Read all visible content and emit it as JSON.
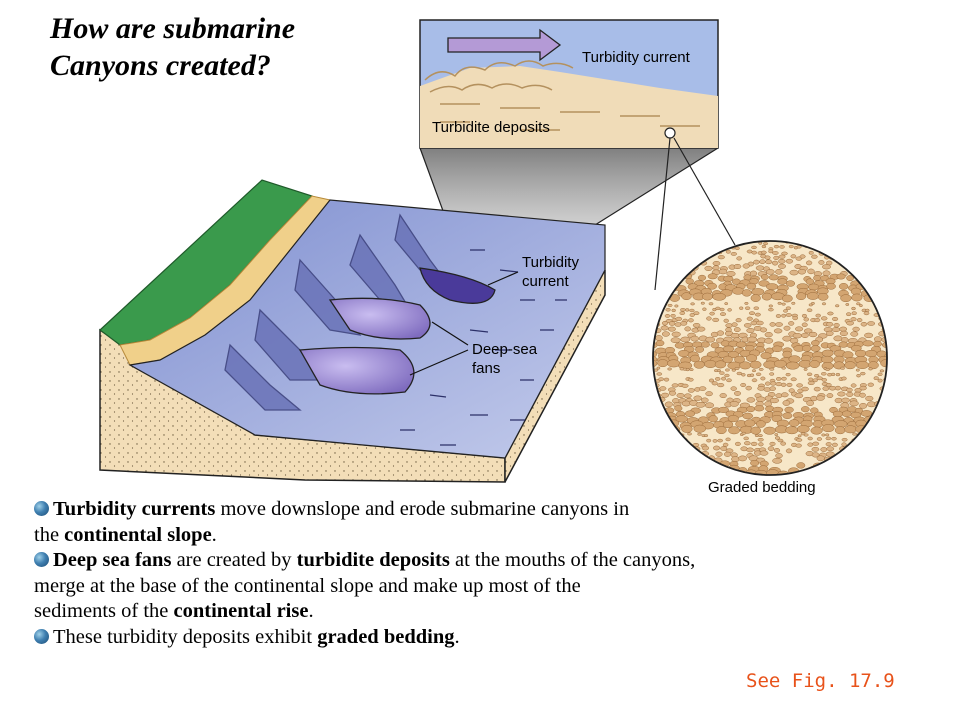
{
  "title": {
    "line1": "How are submarine",
    "line2": "Canyons created?"
  },
  "figure": {
    "labels": {
      "inset_current": "Turbidity current",
      "inset_deposits": "Turbidite deposits",
      "current_l1": "Turbidity",
      "current_l2": "current",
      "fans_l1": "Deep-sea",
      "fans_l2": "fans",
      "graded": "Graded bedding"
    },
    "colors": {
      "sand": "#f3deb8",
      "water": "#a7b4de",
      "land": "#3a9a4c",
      "fan": "#9f8ed4",
      "arrow": "#b49ad6"
    }
  },
  "bullets": [
    {
      "seg": [
        {
          "t": "Turbidity currents",
          "b": true
        },
        {
          "t": " move downslope and erode submarine canyons in",
          "b": false
        }
      ],
      "line2": [
        {
          "t": "the ",
          "b": false
        },
        {
          "t": "continental slope",
          "b": true
        },
        {
          "t": ".",
          "b": false
        }
      ]
    },
    {
      "seg": [
        {
          "t": "Deep sea fans",
          "b": true
        },
        {
          "t": " are created by ",
          "b": false
        },
        {
          "t": "turbidite deposits",
          "b": true
        },
        {
          "t": " at the mouths of the canyons,",
          "b": false
        }
      ],
      "line2": [
        {
          "t": "merge at the base of the continental slope and make up most of the",
          "b": false
        }
      ],
      "line3": [
        {
          "t": "sediments of the ",
          "b": false
        },
        {
          "t": "continental rise",
          "b": true
        },
        {
          "t": ".",
          "b": false
        }
      ]
    },
    {
      "seg": [
        {
          "t": "These turbidity deposits exhibit ",
          "b": false
        },
        {
          "t": "graded bedding",
          "b": true
        },
        {
          "t": ".",
          "b": false
        }
      ]
    }
  ],
  "see_fig": "See Fig. 17.9"
}
